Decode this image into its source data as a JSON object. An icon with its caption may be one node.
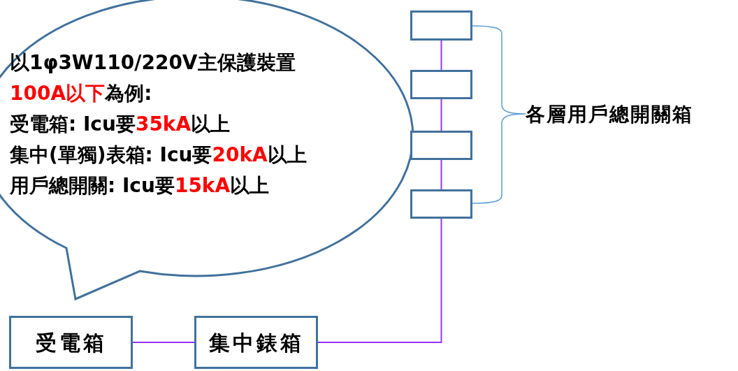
{
  "diagram": {
    "nodes": [
      {
        "text": [
          "以1φ3W110/220V主保護裝置**100A以下**為例:",
          "受電箱: Icu要**35kA**以上",
          "集中(單獨)表箱: Icu要**20kA**以上",
          "用戶總開關: Icu要**15kA**以上"
        ]
      },
      {
        "text": [],
        "shape": "box"
      },
      {
        "text": [],
        "shape": "box"
      },
      {
        "text": [],
        "shape": "box"
      },
      {
        "text": [],
        "shape": "box"
      },
      {
        "text": [
          "受電箱"
        ]
      },
      {
        "text": [
          "集中錶箱"
        ]
      }
    ],
    "edges": [
      {
        "from": 5,
        "to": 6,
        "arrow": "none"
      },
      {
        "from": 6,
        "to": 4,
        "arrow": "none"
      },
      {
        "from": 4,
        "to": 3,
        "arrow": "none"
      },
      {
        "from": 3,
        "to": 2,
        "arrow": "none"
      },
      {
        "from": 2,
        "to": 1,
        "arrow": "none"
      }
    ],
    "labels": [
      "各層用戶總開關箱"
    ]
  }
}
